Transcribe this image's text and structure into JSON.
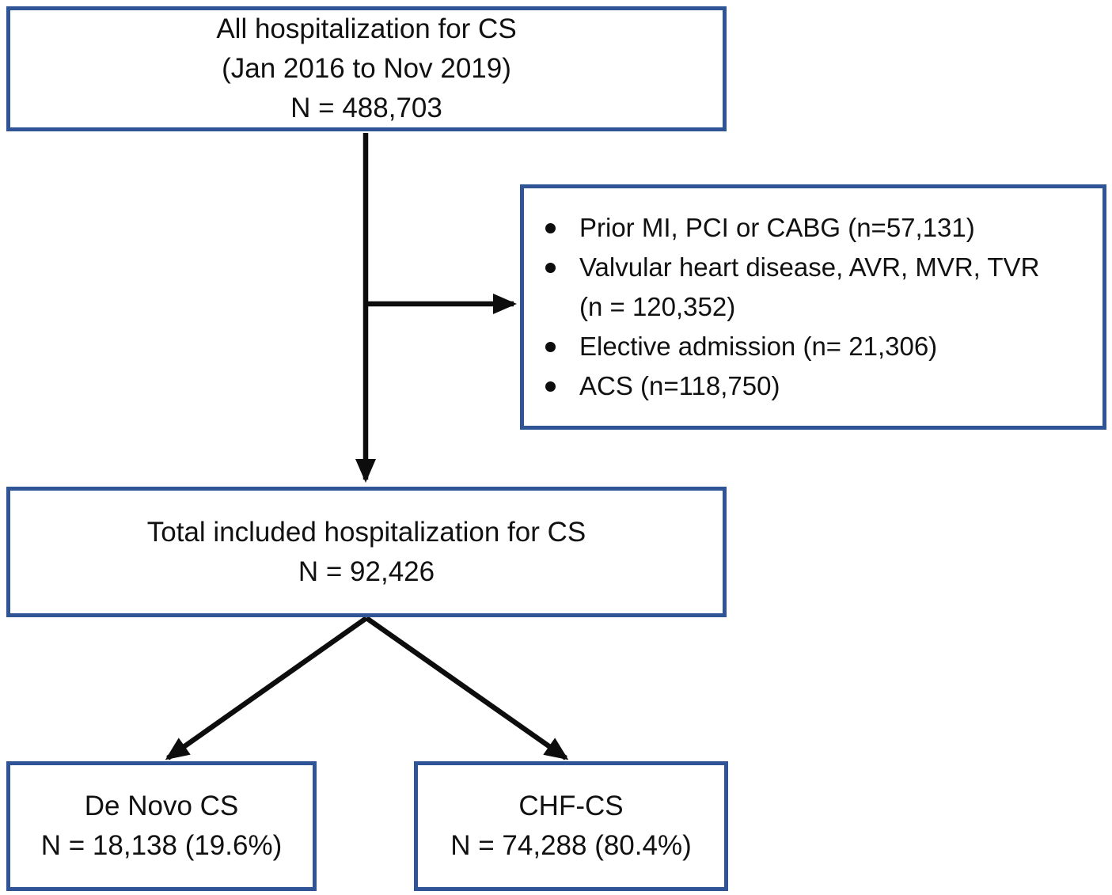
{
  "colors": {
    "accent": "#2f5597",
    "arrow": "#0d0d0d",
    "text": "#111111",
    "background": "#ffffff"
  },
  "boxes": {
    "all_hospitalization": {
      "lines": [
        "All hospitalization for CS",
        "(Jan 2016 to Nov 2019)",
        "N = 488,703"
      ]
    },
    "exclusions": {
      "bullets": [
        {
          "line1": "Prior MI, PCI or CABG (n=57,131)",
          "line2": ""
        },
        {
          "line1": "Valvular heart disease, AVR, MVR, TVR",
          "line2": "(n = 120,352)"
        },
        {
          "line1": "Elective admission (n= 21,306)",
          "line2": ""
        },
        {
          "line1": "ACS (n=118,750)",
          "line2": ""
        }
      ]
    },
    "included": {
      "lines": [
        "Total included hospitalization for CS",
        "N = 92,426"
      ]
    },
    "de_novo": {
      "lines": [
        "De Novo CS",
        "N = 18,138 (19.6%)"
      ]
    },
    "chf_cs": {
      "lines": [
        "CHF-CS",
        "N = 74,288 (80.4%)"
      ]
    }
  }
}
